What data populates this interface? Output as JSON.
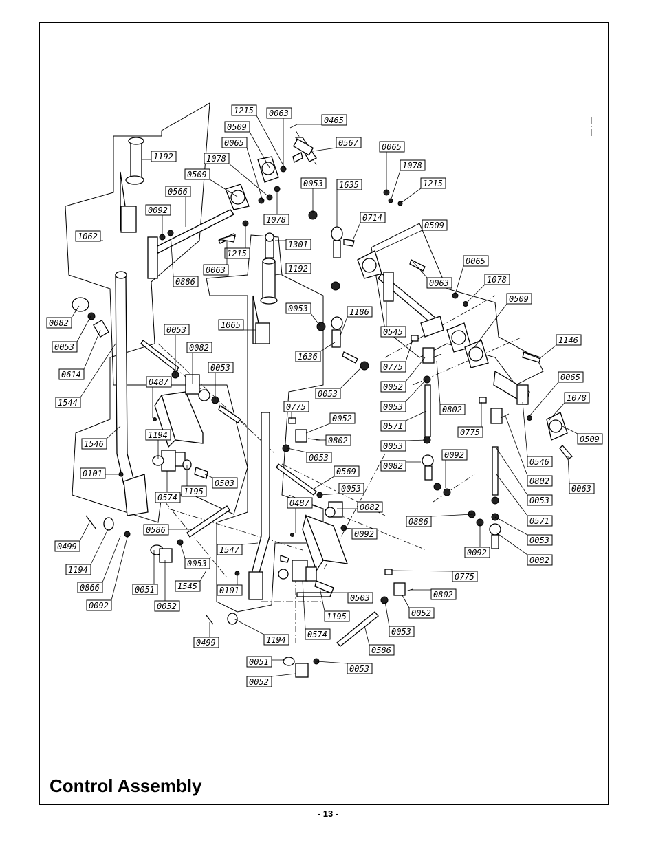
{
  "page": {
    "title": "Control Assembly",
    "page_number": "- 13 -"
  },
  "labels": [
    {
      "id": "0082",
      "text": "0082"
    },
    {
      "id": "0053",
      "text": "0053"
    },
    {
      "id": "0614",
      "text": "0614"
    },
    {
      "id": "1544",
      "text": "1544"
    },
    {
      "id": "1062",
      "text": "1062"
    },
    {
      "id": "1192",
      "text": "1192"
    },
    {
      "id": "1546",
      "text": "1546"
    },
    {
      "id": "0101",
      "text": "0101"
    },
    {
      "id": "0499",
      "text": "0499"
    },
    {
      "id": "1194",
      "text": "1194"
    },
    {
      "id": "0866",
      "text": "0866"
    },
    {
      "id": "0092",
      "text": "0092"
    },
    {
      "id": "0051",
      "text": "0051"
    },
    {
      "id": "0052",
      "text": "0052"
    },
    {
      "id": "1545",
      "text": "1545"
    },
    {
      "id": "1215",
      "text": "1215"
    },
    {
      "id": "0063",
      "text": "0063"
    },
    {
      "id": "0465",
      "text": "0465"
    },
    {
      "id": "0509",
      "text": "0509"
    },
    {
      "id": "0065",
      "text": "0065"
    },
    {
      "id": "0567",
      "text": "0567"
    },
    {
      "id": "1078",
      "text": "1078"
    },
    {
      "id": "0566",
      "text": "0566"
    },
    {
      "id": "0886",
      "text": "0886"
    },
    {
      "id": "1301",
      "text": "1301"
    },
    {
      "id": "1065",
      "text": "1065"
    },
    {
      "id": "0487",
      "text": "0487"
    },
    {
      "id": "0574",
      "text": "0574"
    },
    {
      "id": "1195",
      "text": "1195"
    },
    {
      "id": "0503",
      "text": "0503"
    },
    {
      "id": "0586",
      "text": "0586"
    },
    {
      "id": "1547",
      "text": "1547"
    },
    {
      "id": "1635",
      "text": "1635"
    },
    {
      "id": "0714",
      "text": "0714"
    },
    {
      "id": "1186",
      "text": "1186"
    },
    {
      "id": "1636",
      "text": "1636"
    },
    {
      "id": "0775",
      "text": "0775"
    },
    {
      "id": "0569",
      "text": "0569"
    },
    {
      "id": "0545",
      "text": "0545"
    },
    {
      "id": "0571",
      "text": "0571"
    },
    {
      "id": "1146",
      "text": "1146"
    },
    {
      "id": "0802",
      "text": "0802"
    },
    {
      "id": "0546",
      "text": "0546"
    }
  ]
}
